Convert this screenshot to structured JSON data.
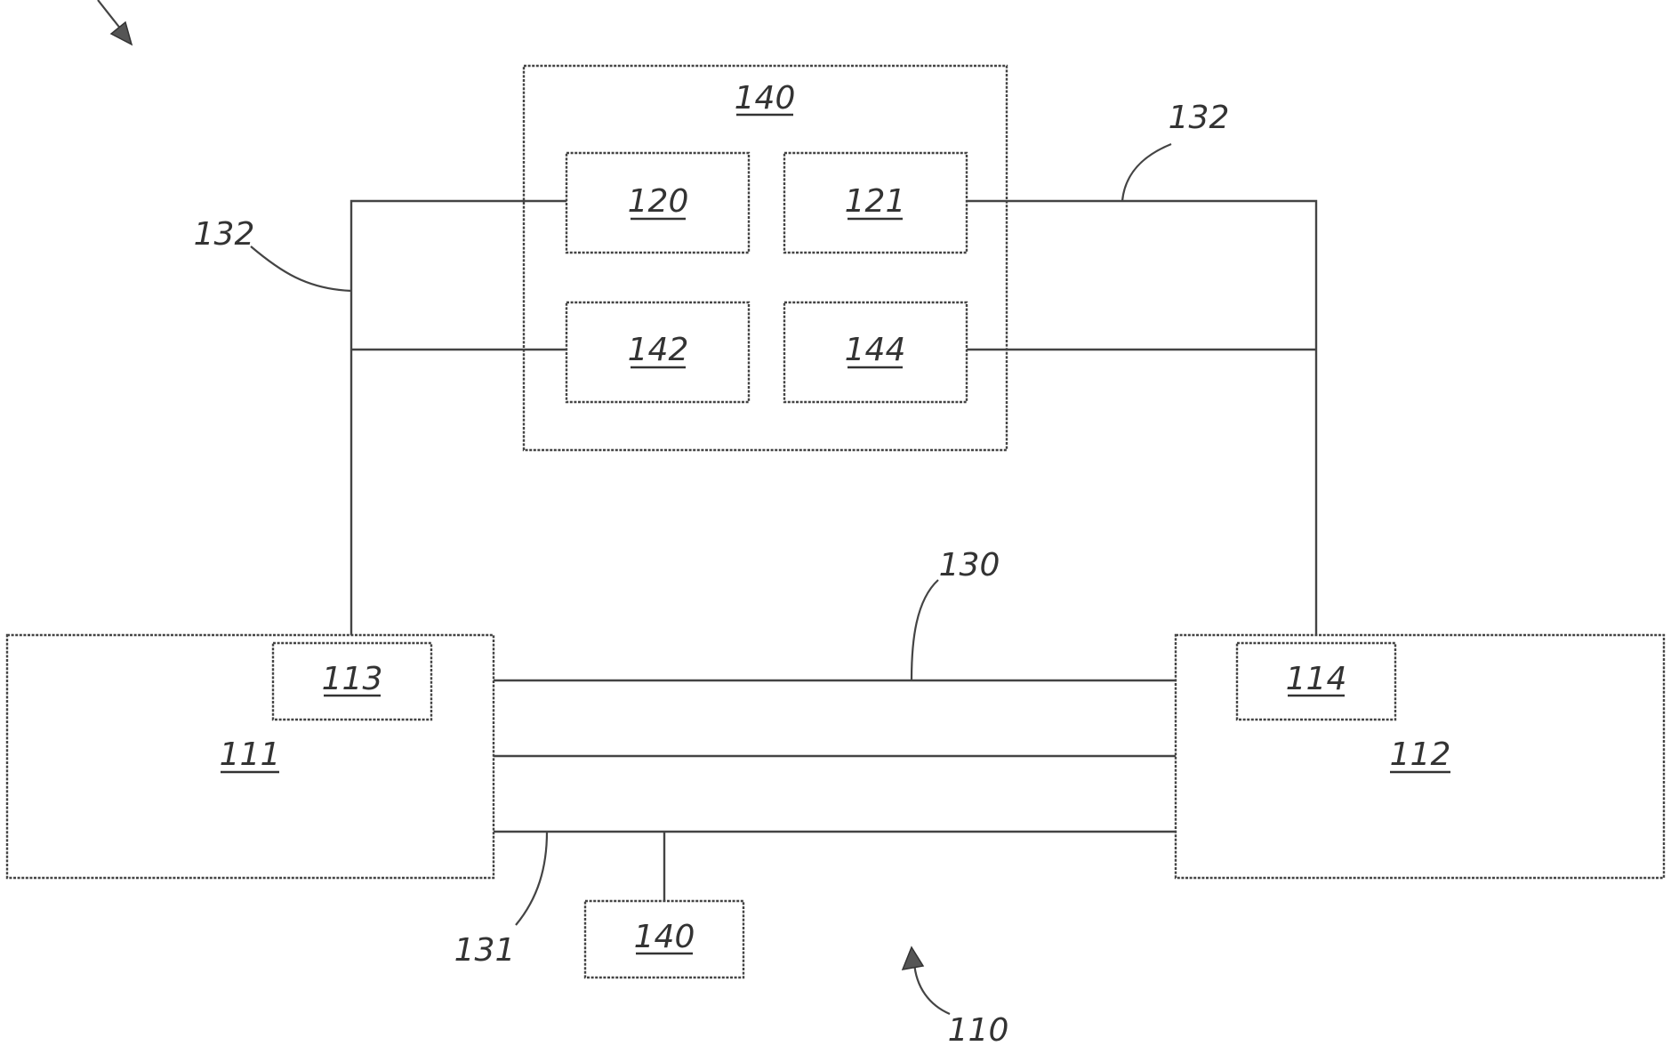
{
  "figure": {
    "components": {
      "controller": "140",
      "unit_120": "120",
      "unit_121": "121",
      "unit_142": "142",
      "unit_144": "144",
      "device_111": "111",
      "device_112": "112",
      "port_113": "113",
      "port_114": "114",
      "lower_box": "140"
    },
    "reference_numerals": {
      "lines_132_left": "132",
      "lines_132_right": "132",
      "bus_130": "130",
      "bus_131": "131",
      "assembly_110": "110"
    }
  }
}
